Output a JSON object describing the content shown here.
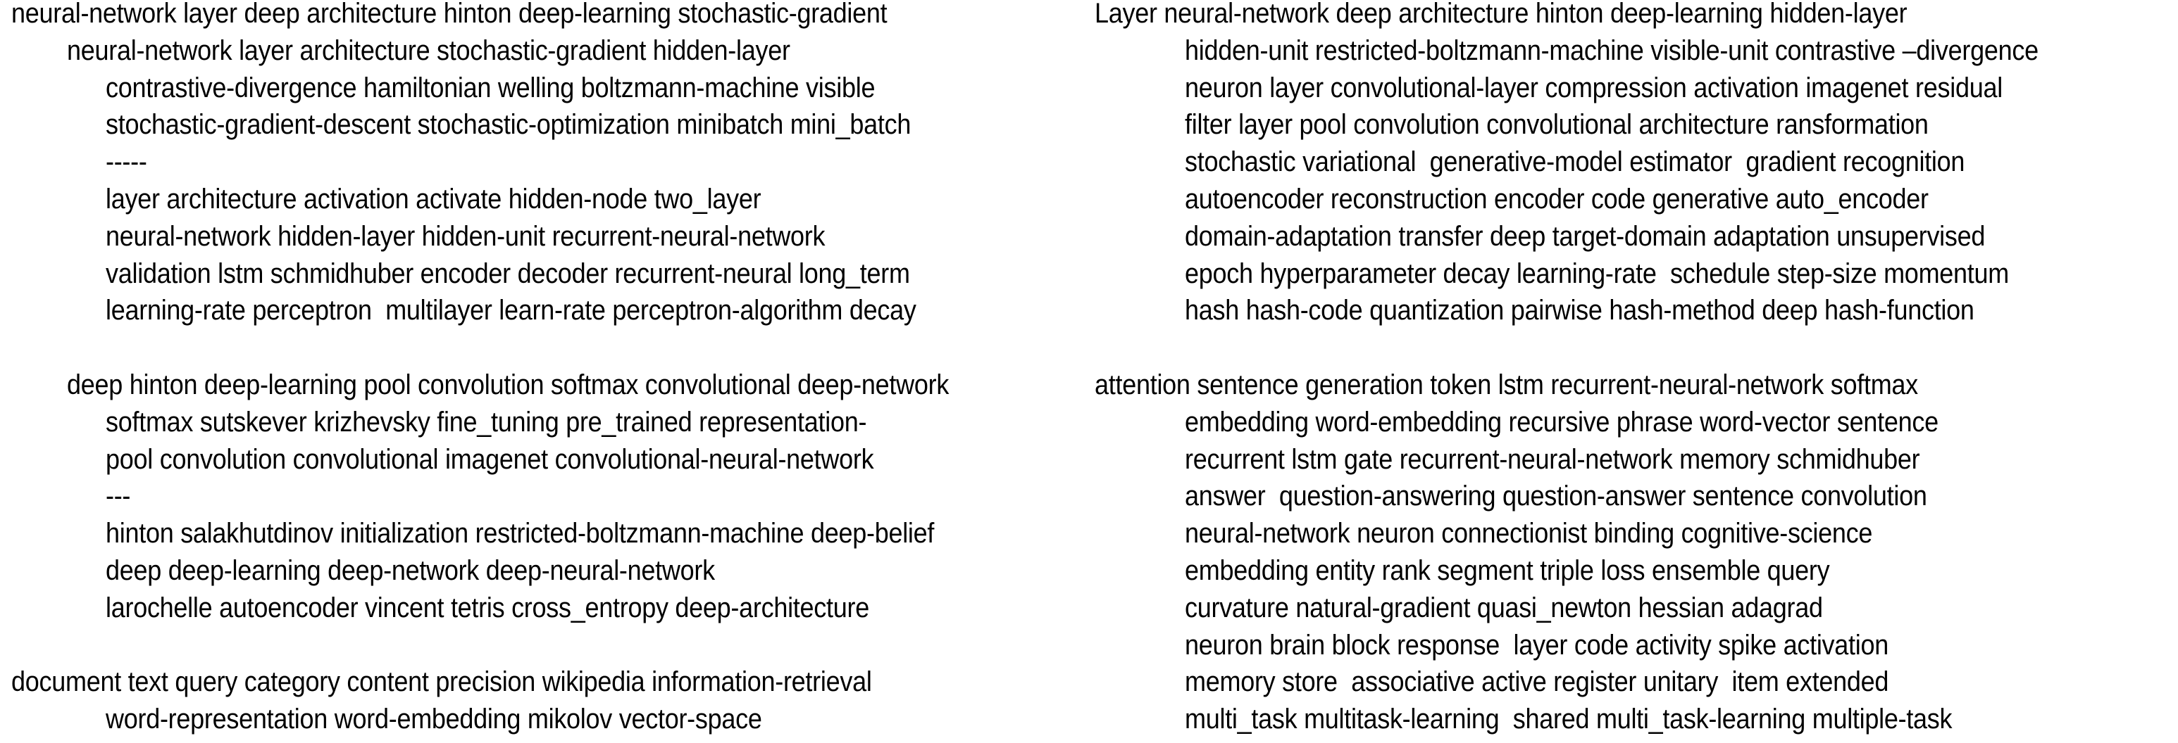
{
  "meta": {
    "description": "Two-column listing of topic-model keyword clusters about neural networks and deep learning",
    "background_color": "#ffffff",
    "text_color": "#000000"
  },
  "columns": {
    "left": {
      "rows": [
        {
          "indent": 0,
          "text": "neural-network layer deep architecture hinton deep-learning stochastic-gradient"
        },
        {
          "indent": 1,
          "text": "neural-network layer architecture stochastic-gradient hidden-layer"
        },
        {
          "indent": 2,
          "text": "contrastive-divergence hamiltonian welling boltzmann-machine visible"
        },
        {
          "indent": 2,
          "text": "stochastic-gradient-descent stochastic-optimization minibatch mini_batch"
        },
        {
          "indent": 2,
          "text": "-----"
        },
        {
          "indent": 2,
          "text": "layer architecture activation activate hidden-node two_layer"
        },
        {
          "indent": 2,
          "text": "neural-network hidden-layer hidden-unit recurrent-neural-network"
        },
        {
          "indent": 2,
          "text": "validation lstm schmidhuber encoder decoder recurrent-neural long_term"
        },
        {
          "indent": 2,
          "text": "learning-rate perceptron  multilayer learn-rate perceptron-algorithm decay"
        },
        {
          "blank": true
        },
        {
          "indent": 1,
          "text": "deep hinton deep-learning pool convolution softmax convolutional deep-network"
        },
        {
          "indent": 2,
          "text": "softmax sutskever krizhevsky fine_tuning pre_trained representation-"
        },
        {
          "indent": 2,
          "text": "pool convolution convolutional imagenet convolutional-neural-network"
        },
        {
          "indent": 2,
          "text": "---"
        },
        {
          "indent": 2,
          "text": "hinton salakhutdinov initialization restricted-boltzmann-machine deep-belief"
        },
        {
          "indent": 2,
          "text": "deep deep-learning deep-network deep-neural-network"
        },
        {
          "indent": 2,
          "text": "larochelle autoencoder vincent tetris cross_entropy deep-architecture"
        },
        {
          "blank": true
        },
        {
          "indent": 0,
          "text": "document text query category content precision wikipedia information-retrieval"
        },
        {
          "indent": 2,
          "text": "word-representation word-embedding mikolov vector-space"
        }
      ]
    },
    "right": {
      "rows": [
        {
          "indent": 0,
          "text": "Layer neural-network deep architecture hinton deep-learning hidden-layer"
        },
        {
          "indent": 1,
          "text": "hidden-unit restricted-boltzmann-machine visible-unit contrastive –divergence"
        },
        {
          "indent": 1,
          "text": "neuron layer convolutional-layer compression activation imagenet residual"
        },
        {
          "indent": 1,
          "text": "filter layer pool convolution convolutional architecture ransformation"
        },
        {
          "indent": 1,
          "text": "stochastic variational  generative-model estimator  gradient recognition"
        },
        {
          "indent": 1,
          "text": "autoencoder reconstruction encoder code generative auto_encoder"
        },
        {
          "indent": 1,
          "text": "domain-adaptation transfer deep target-domain adaptation unsupervised"
        },
        {
          "indent": 1,
          "text": "epoch hyperparameter decay learning-rate  schedule step-size momentum"
        },
        {
          "indent": 1,
          "text": "hash hash-code quantization pairwise hash-method deep hash-function"
        },
        {
          "blank": true
        },
        {
          "indent": 0,
          "text": "attention sentence generation token lstm recurrent-neural-network softmax"
        },
        {
          "indent": 1,
          "text": "embedding word-embedding recursive phrase word-vector sentence"
        },
        {
          "indent": 1,
          "text": "recurrent lstm gate recurrent-neural-network memory schmidhuber"
        },
        {
          "indent": 1,
          "text": "answer  question-answering question-answer sentence convolution"
        },
        {
          "indent": 1,
          "text": "neural-network neuron connectionist binding cognitive-science"
        },
        {
          "indent": 1,
          "text": "embedding entity rank segment triple loss ensemble query"
        },
        {
          "indent": 1,
          "text": "curvature natural-gradient quasi_newton hessian adagrad"
        },
        {
          "indent": 1,
          "text": "neuron brain block response  layer code activity spike activation"
        },
        {
          "indent": 1,
          "text": "memory store  associative active register unitary  item extended"
        },
        {
          "indent": 1,
          "text": "multi_task multitask-learning  shared multi_task-learning multiple-task"
        }
      ]
    }
  }
}
